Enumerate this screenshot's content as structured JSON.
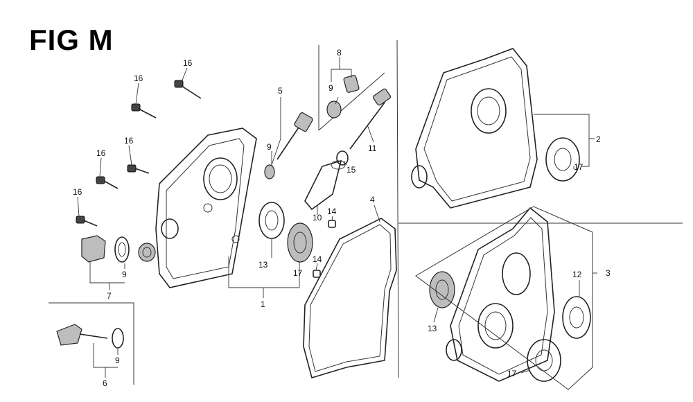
{
  "figure": {
    "title": "FIG M"
  },
  "callouts": {
    "c16a": "16",
    "c16b": "16",
    "c16c": "16",
    "c16d": "16",
    "c16e": "16",
    "c5": "5",
    "c9a": "9",
    "c8": "8",
    "c9b": "9",
    "c11": "11",
    "c15": "15",
    "c10": "10",
    "c4": "4",
    "c14a": "14",
    "c14b": "14",
    "c13a": "13",
    "c17a": "17",
    "c1": "1",
    "c9c": "9",
    "c7": "7",
    "c9d": "9",
    "c6": "6",
    "c2": "2",
    "c17b": "17",
    "c3": "3",
    "c12": "12",
    "c13b": "13",
    "c17c": "17"
  }
}
